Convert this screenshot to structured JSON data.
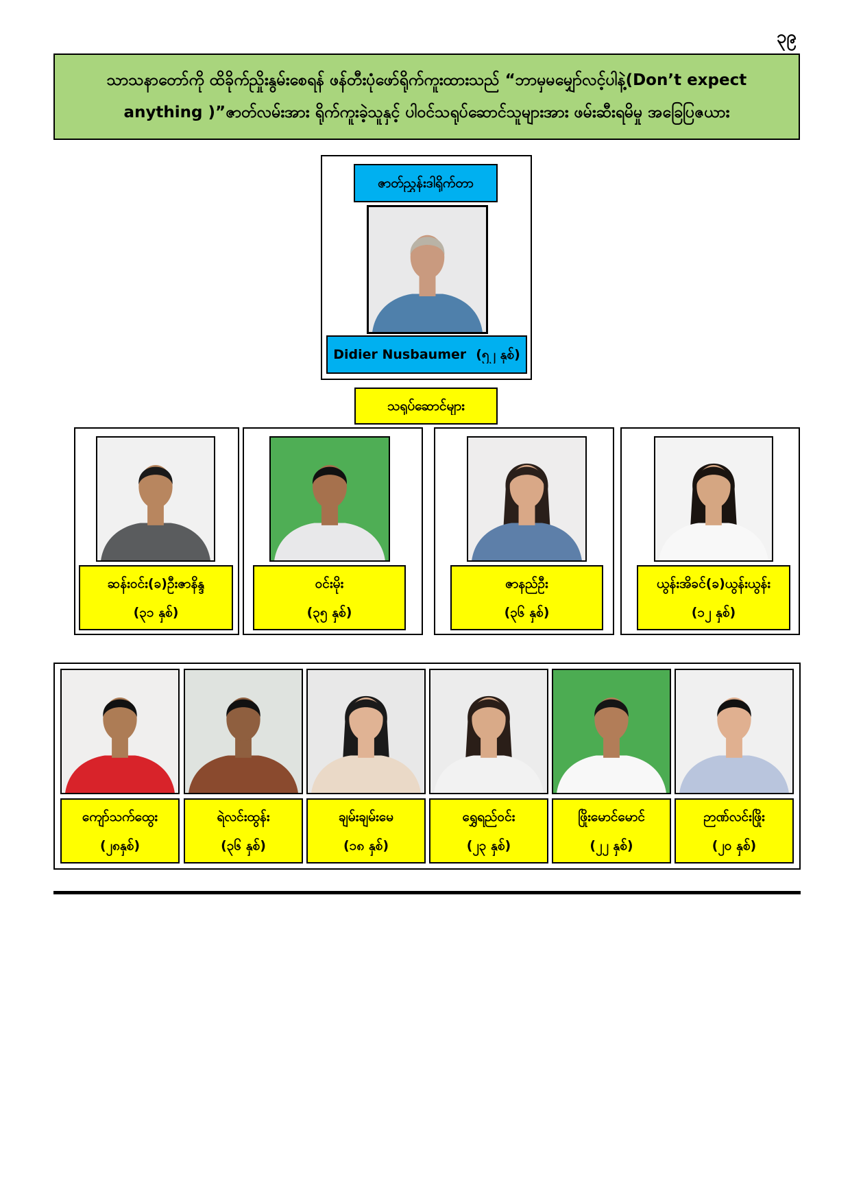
{
  "page_number": "၃၉",
  "title": {
    "line1": "သာသနာတော်ကို ထိခိုက်ညှိုးနွမ်းစေရန် ဖန်တီးပုံဖော်ရိုက်ကူးထားသည် “ဘာမှမမျှော်လင့်ပါနဲ့(Don’t  expect",
    "line2": "anything )”ဇာတ်လမ်းအား ရိုက်ကူးခဲ့သူနှင့် ပါဝင်သရုပ်ဆောင်သူများအား ဖမ်းဆီးရမိမှု အခြေပြဇယား"
  },
  "director": {
    "role_label": "ဇာတ်ညွှန်းဒါရိုက်တာ",
    "name": "Didier Nusbaumer",
    "age": "(၅၂ နှစ်)"
  },
  "cast_label": "သရုပ်ဆောင်များ",
  "cast_row1": [
    {
      "name": "ဆန်းဝင်း(ခ)ဦးဇာနိန္ဒ",
      "age": "(၃၁ နှစ်)"
    },
    {
      "name": "ဝင်းမိုး",
      "age": "(၃၅ နှစ်)"
    },
    {
      "name": "ဇာနည်ဦး",
      "age": "(၃၆ နှစ်)"
    },
    {
      "name": "ယွန်းအိခင်(ခ)ယွန်းယွန်း",
      "age": "(၁၂ နှစ်)"
    }
  ],
  "cast_row2": [
    {
      "name": "ကျော်သက်ထွေး",
      "age": "(၂၈နှစ်)"
    },
    {
      "name": "ရဲလင်းထွန်း",
      "age": "(၃၆ နှစ်)"
    },
    {
      "name": "ချမ်းချမ်းမေ",
      "age": "(၁၈ နှစ်)"
    },
    {
      "name": "ရွှေရည်ဝင်း",
      "age": "(၂၃ နှစ်)"
    },
    {
      "name": "ဖြိုးမောင်မောင်",
      "age": "(၂၂ နှစ်)"
    },
    {
      "name": "ဉာဏ်လင်းဖြိုး",
      "age": "(၂၀ နှစ်)"
    }
  ],
  "colors": {
    "title_bg": "#a9d57d",
    "blue_label": "#00b0f0",
    "yellow_label": "#ffff00",
    "rule": "#000000"
  }
}
